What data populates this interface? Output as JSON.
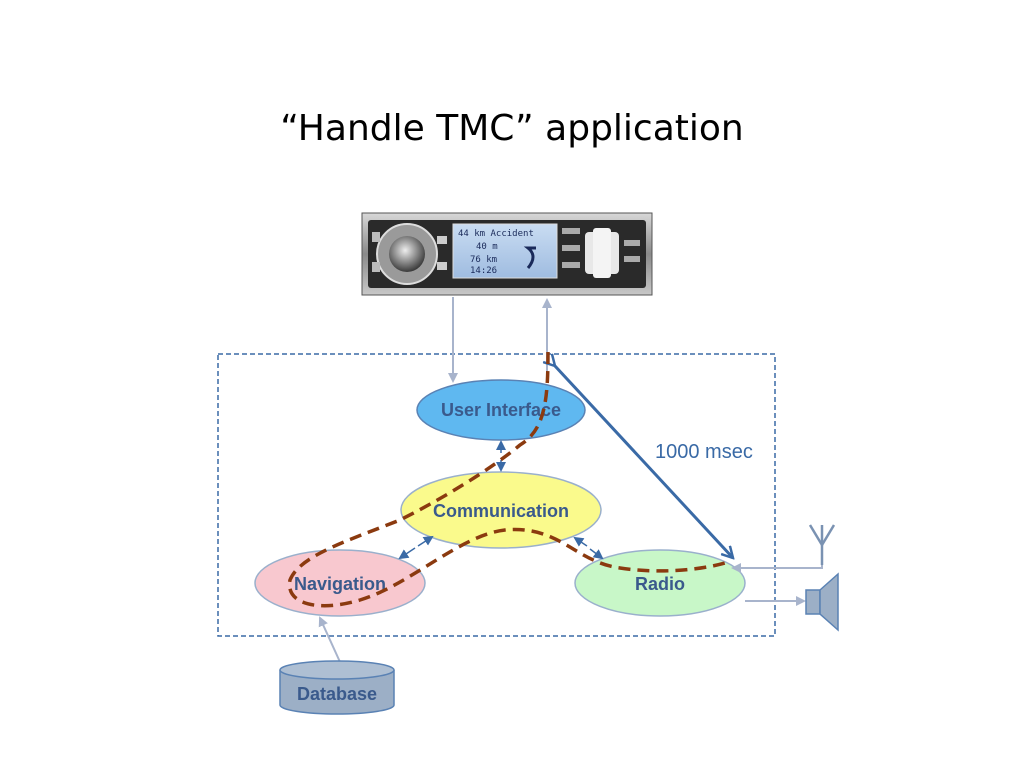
{
  "slide": {
    "title": "“Handle TMC” application"
  },
  "device": {
    "lcd_line1": "44 km Accident",
    "lcd_line2": "40 m",
    "lcd_line3": "76 km",
    "lcd_line4": "14:26"
  },
  "nodes": {
    "user_interface": "User Interface",
    "communication": "Communication",
    "navigation": "Navigation",
    "radio": "Radio",
    "database": "Database"
  },
  "annotations": {
    "timing": "1000 msec"
  },
  "colors": {
    "user_interface_fill": "#5fb8f0",
    "communication_fill": "#fafa8c",
    "navigation_fill": "#f8c8cf",
    "radio_fill": "#c8f7c8",
    "database_fill": "#9cafc6",
    "dashed_path": "#8b3a0f",
    "arrow": "#3a6aa6",
    "boundary": "#3a6aa6"
  }
}
